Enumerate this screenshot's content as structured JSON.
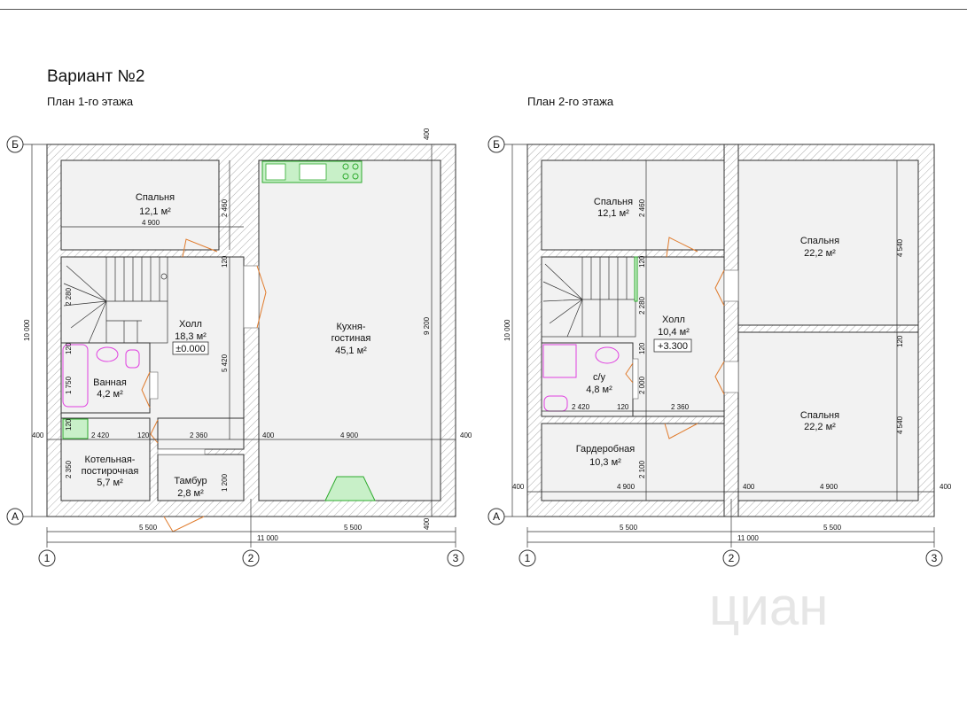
{
  "title": "Вариант №2",
  "plan1": {
    "label": "План 1-го этажа",
    "rooms": [
      {
        "name": "Спальня",
        "area": "12,1 м²"
      },
      {
        "name": "Кухня-",
        "name2": "гостиная",
        "area": "45,1 м²"
      },
      {
        "name": "Холл",
        "area": "18,3 м²",
        "level": "±0.000"
      },
      {
        "name": "Ванная",
        "area": "4,2 м²"
      },
      {
        "name": "Котельная-",
        "name2": "постирочная",
        "area": "5,7 м²"
      },
      {
        "name": "Тамбур",
        "area": "2,8 м²"
      }
    ],
    "dims": [
      "400",
      "4 900",
      "2 460",
      "120",
      "2 280",
      "5 420",
      "120",
      "1 750",
      "120",
      "2 420",
      "120",
      "2 360",
      "400",
      "4 900",
      "400",
      "2 350",
      "1 200",
      "9 200",
      "10 000",
      "400",
      "5 500",
      "5 500",
      "11 000"
    ]
  },
  "plan2": {
    "label": "План 2-го этажа",
    "rooms": [
      {
        "name": "Спальня",
        "area": "12,1 м²"
      },
      {
        "name": "Спальня",
        "area": "22,2 м²"
      },
      {
        "name": "Холл",
        "area": "10,4 м²",
        "level": "+3.300"
      },
      {
        "name": "с/у",
        "area": "4,8 м²"
      },
      {
        "name": "Спальня",
        "area": "22,2 м²"
      },
      {
        "name": "Гардеробная",
        "area": "10,3 м²"
      }
    ],
    "dims": [
      "2 460",
      "4 540",
      "120",
      "2 280",
      "120",
      "2 000",
      "2 420",
      "120",
      "2 360",
      "4 540",
      "120",
      "2 100",
      "400",
      "4 900",
      "400",
      "4 900",
      "400",
      "10 000",
      "5 500",
      "5 500",
      "11 000"
    ]
  },
  "axes": [
    "Б",
    "А",
    "1",
    "2",
    "3"
  ],
  "watermark": "циан"
}
